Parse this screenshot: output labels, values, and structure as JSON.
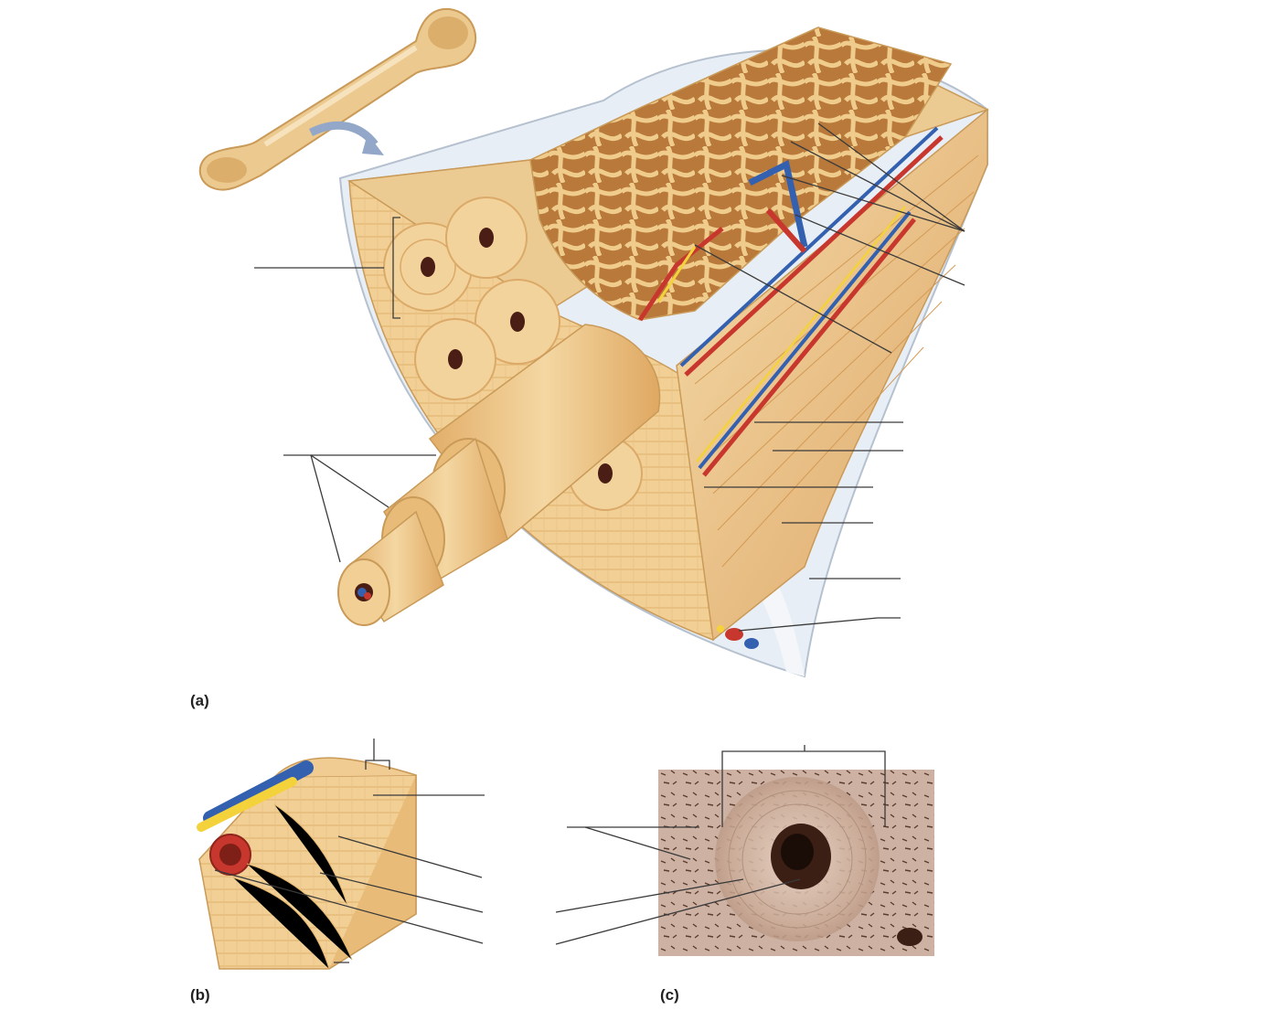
{
  "panels": [
    {
      "id": "a",
      "label": "(a)"
    },
    {
      "id": "b",
      "label": "(b)"
    },
    {
      "id": "c",
      "label": "(c)"
    }
  ],
  "colors": {
    "bone_light": "#f2d29c",
    "bone_mid": "#e8bc78",
    "bone_dark": "#c98f45",
    "spongy": "#d9a35c",
    "artery": "#c8372d",
    "vein": "#3460b0",
    "nerve": "#f3d23c",
    "periosteum": "#e6ecf3",
    "leader_line": "#3a3a3a",
    "micrograph": "#b89580"
  },
  "icons": [
    "long-bone-icon",
    "zoom-arrow-icon"
  ]
}
